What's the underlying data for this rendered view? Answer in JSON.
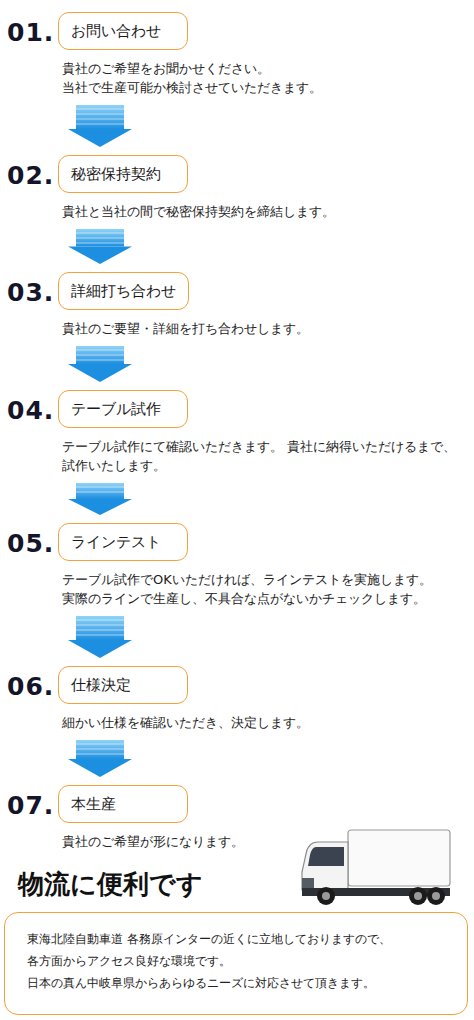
{
  "diagram": {
    "nodes": [
      {
        "text": [
          "お問い合わせ",
          "貴社のご希望をお聞かせください。 当社で生産可能か検討させていただきます。"
        ]
      },
      {
        "text": [
          "秘密保持契約",
          "貴社と当社の間で秘密保持契約を締結します。"
        ]
      },
      {
        "text": [
          "詳細打ち合わせ",
          "貴社のご要望・詳細を打ち合わせします。"
        ]
      },
      {
        "text": [
          "テーブル試作",
          "テーブル試作にて確認いただきます。 貴社に納得いただけるまで、試作いたします。"
        ]
      },
      {
        "text": [
          "ラインテスト",
          "テーブル試作でOKいただければ、ラインテストを実施します。 実際のラインで生産し、不具合な点がないかチェックします。"
        ]
      },
      {
        "text": [
          "仕様決定",
          "細かい仕様を確認いただき、決定します。"
        ]
      },
      {
        "text": [
          "本生産",
          "貴社のご希望が形になります。"
        ]
      },
      {
        "text": [
          "東海北陸自動車道 各務原インターの近くに立地しておりますので、 各方面からアクセス良好な環境です。 日本の真ん中岐阜県からあらゆるニーズに対応させて頂きます。"
        ]
      }
    ],
    "edges": [
      {
        "from": 0,
        "to": 1,
        "arrow": "to"
      },
      {
        "from": 1,
        "to": 2,
        "arrow": "to"
      },
      {
        "from": 2,
        "to": 3,
        "arrow": "to"
      },
      {
        "from": 3,
        "to": 4,
        "arrow": "to"
      },
      {
        "from": 4,
        "to": 5,
        "arrow": "to"
      },
      {
        "from": 5,
        "to": 6,
        "arrow": "to"
      }
    ],
    "labels": [
      "01.",
      "02.",
      "03.",
      "04.",
      "05.",
      "06.",
      "07.",
      "物流に便利です"
    ]
  }
}
